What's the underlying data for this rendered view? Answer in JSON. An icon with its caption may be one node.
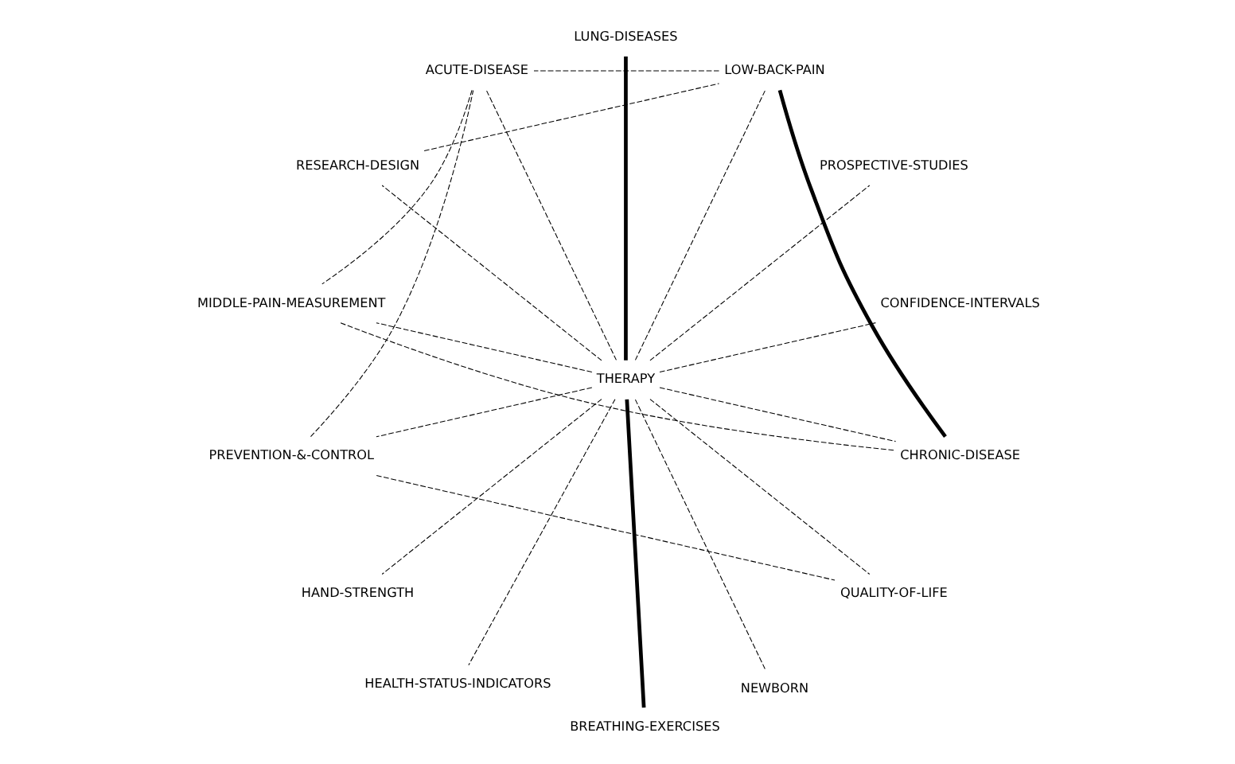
{
  "diagram": {
    "nodes": [
      {
        "text": [
          "CONFIDENCE-INTERVALS"
        ]
      },
      {
        "text": [
          "PROSPECTIVE-STUDIES"
        ]
      },
      {
        "text": [
          "LOW-BACK-PAIN"
        ]
      },
      {
        "text": [
          "LUNG-DISEASES"
        ]
      },
      {
        "text": [
          "ACUTE-DISEASE"
        ]
      },
      {
        "text": [
          "RESEARCH-DESIGN"
        ]
      },
      {
        "text": [
          "MIDDLE-PAIN-MEASUREMENT"
        ]
      },
      {
        "text": [
          "THERAPY"
        ]
      },
      {
        "text": [
          "PREVENTION-&-CONTROL"
        ]
      },
      {
        "text": [
          "HAND-STRENGTH"
        ]
      },
      {
        "text": [
          "HEALTH-STATUS-INDICATORS"
        ]
      },
      {
        "text": [
          "BREATHING-EXERCISES"
        ]
      },
      {
        "text": [
          "NEWBORN"
        ]
      },
      {
        "text": [
          "QUALITY-OF-LIFE"
        ]
      },
      {
        "text": [
          "CHRONIC-DISEASE"
        ]
      }
    ],
    "edges": [
      {
        "from": 7,
        "to": 0,
        "arrow": "none",
        "style": "dashed"
      },
      {
        "from": 7,
        "to": 1,
        "arrow": "none",
        "style": "dashed"
      },
      {
        "from": 7,
        "to": 2,
        "arrow": "none",
        "style": "dashed"
      },
      {
        "from": 7,
        "to": 3,
        "arrow": "none",
        "style": "thick"
      },
      {
        "from": 7,
        "to": 4,
        "arrow": "none",
        "style": "dashed"
      },
      {
        "from": 7,
        "to": 5,
        "arrow": "none",
        "style": "dashed"
      },
      {
        "from": 7,
        "to": 6,
        "arrow": "none",
        "style": "dashed"
      },
      {
        "from": 7,
        "to": 8,
        "arrow": "none",
        "style": "dashed"
      },
      {
        "from": 7,
        "to": 9,
        "arrow": "none",
        "style": "dashed"
      },
      {
        "from": 7,
        "to": 10,
        "arrow": "none",
        "style": "dashed"
      },
      {
        "from": 7,
        "to": 11,
        "arrow": "none",
        "style": "thick"
      },
      {
        "from": 7,
        "to": 12,
        "arrow": "none",
        "style": "dashed"
      },
      {
        "from": 7,
        "to": 13,
        "arrow": "none",
        "style": "dashed"
      },
      {
        "from": 7,
        "to": 14,
        "arrow": "none",
        "style": "dashed"
      },
      {
        "from": 5,
        "to": 2,
        "arrow": "none",
        "style": "dashed"
      },
      {
        "from": 8,
        "to": 4,
        "arrow": "none",
        "style": "dashed"
      },
      {
        "from": 8,
        "to": 13,
        "arrow": "none",
        "style": "dashed"
      },
      {
        "from": 2,
        "to": 4,
        "arrow": "none",
        "style": "dashed"
      },
      {
        "from": 4,
        "to": 6,
        "arrow": "none",
        "style": "dashed"
      },
      {
        "from": 6,
        "to": 14,
        "arrow": "none",
        "style": "dashed"
      },
      {
        "from": 2,
        "to": 14,
        "arrow": "none",
        "style": "thick"
      }
    ]
  }
}
